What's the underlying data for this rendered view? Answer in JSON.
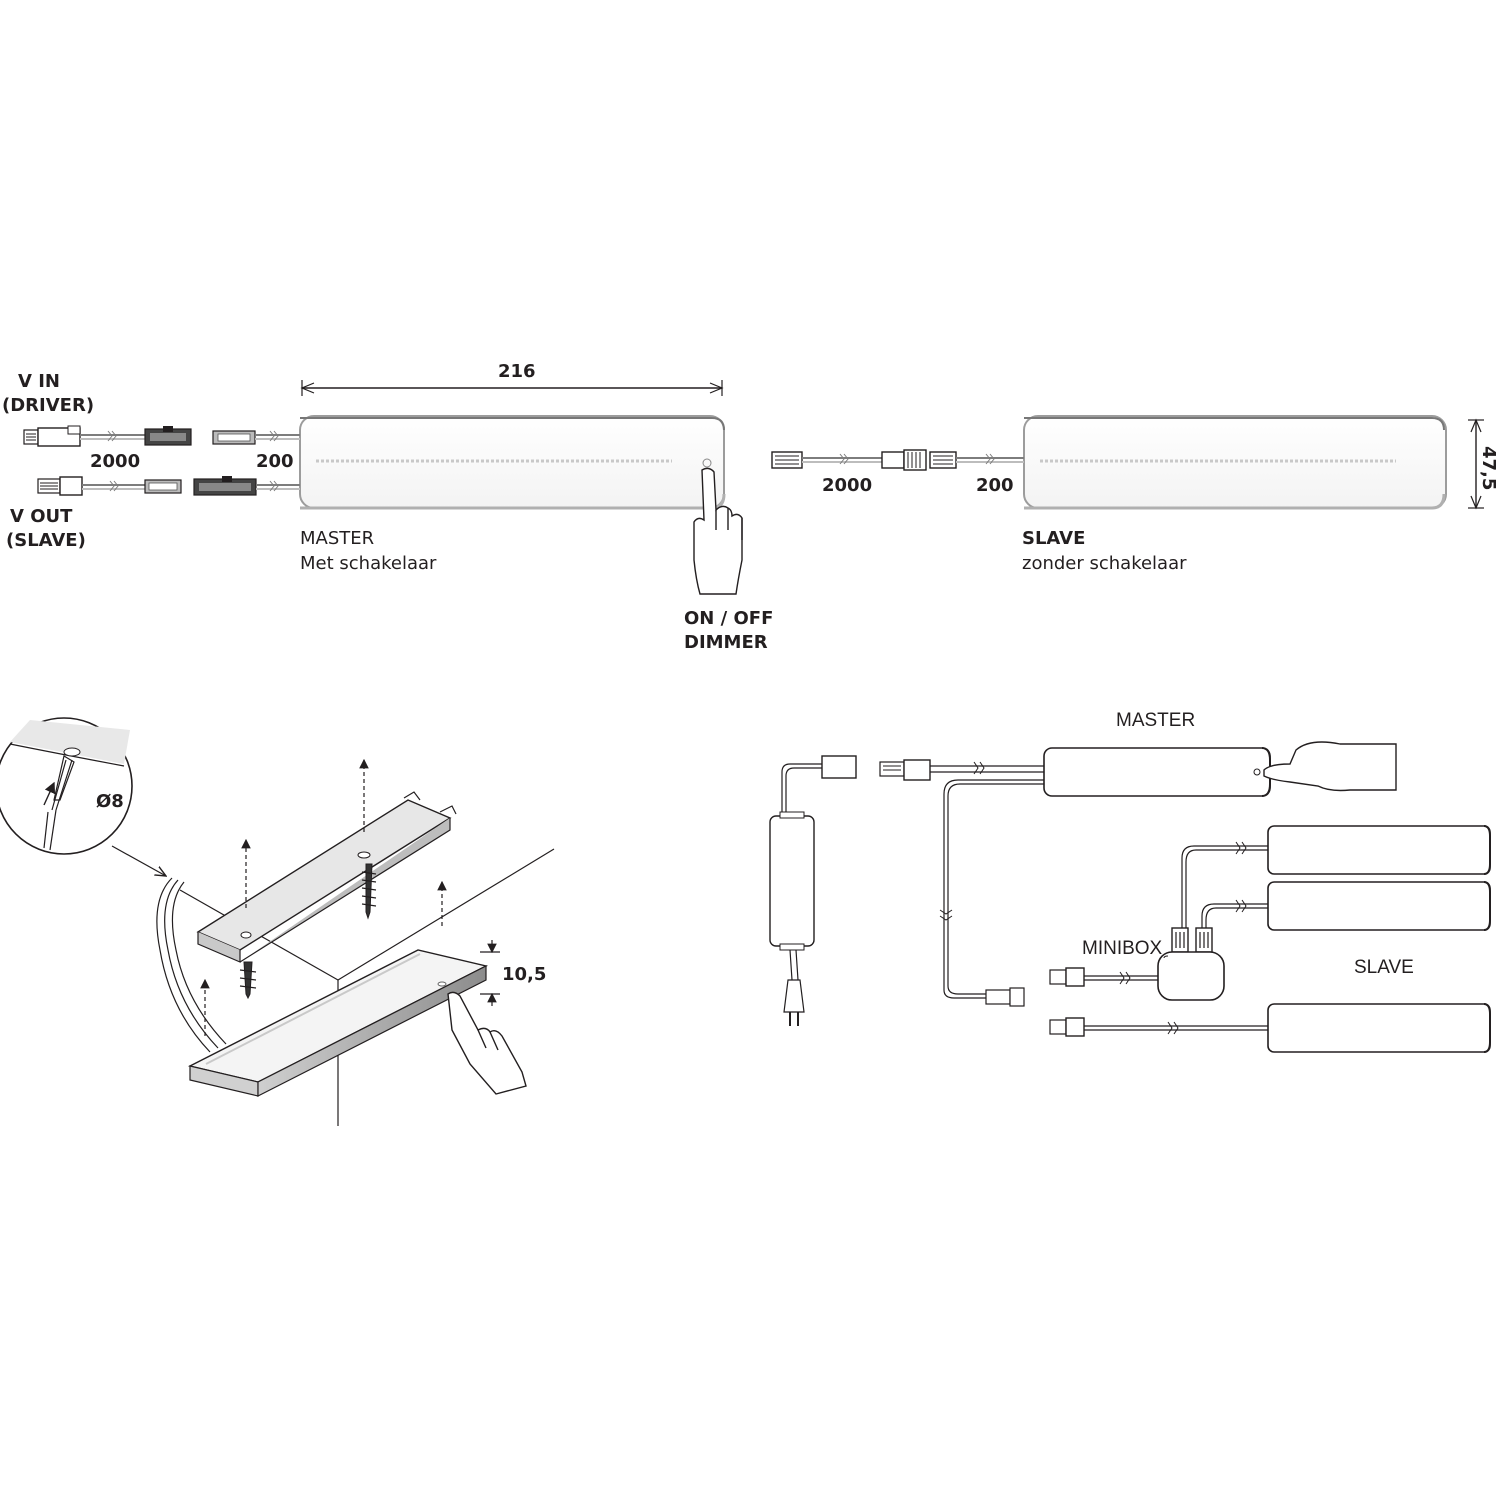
{
  "top": {
    "vin_line1": "V IN",
    "vin_line2": "(DRIVER)",
    "vout_line1": "V OUT",
    "vout_line2": "(SLAVE)",
    "dim_length": "216",
    "dim_height": "47,5",
    "cable_long_left": "2000",
    "cable_short_left": "200",
    "cable_long_right": "2000",
    "cable_short_right": "200",
    "master_title": "MASTER",
    "master_subtitle": "Met schakelaar",
    "slave_title": "SLAVE",
    "slave_subtitle": "zonder schakelaar",
    "switch_line1": "ON / OFF",
    "switch_line2": "DIMMER"
  },
  "mounting": {
    "hole_diameter": "Ø8",
    "thickness": "10,5"
  },
  "wiring": {
    "master": "MASTER",
    "minibox": "MINIBOX",
    "slave": "SLAVE"
  }
}
